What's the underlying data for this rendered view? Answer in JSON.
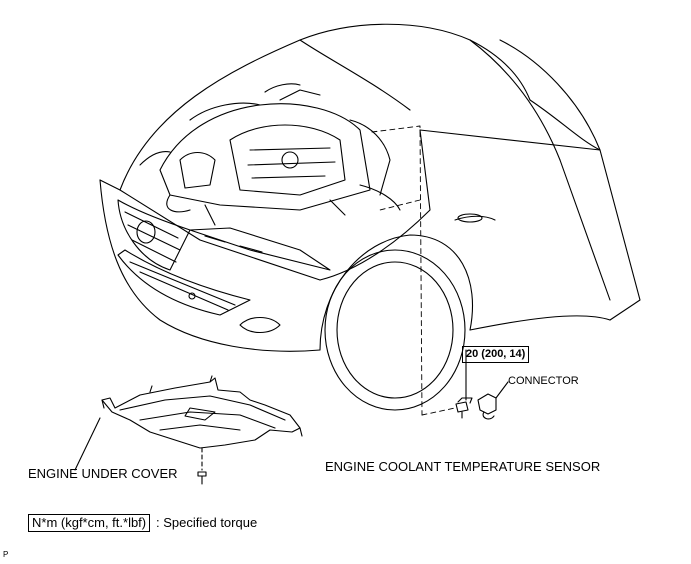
{
  "labels": {
    "torque_value": "20 (200, 14)",
    "connector": "CONNECTOR",
    "sensor": "ENGINE COOLANT TEMPERATURE SENSOR",
    "under_cover": "ENGINE UNDER COVER",
    "legend_unit": "N*m (kgf*cm, ft.*lbf)",
    "legend_text": ": Specified torque",
    "page_marker": "P"
  },
  "colors": {
    "line": "#000000",
    "background": "#ffffff"
  }
}
